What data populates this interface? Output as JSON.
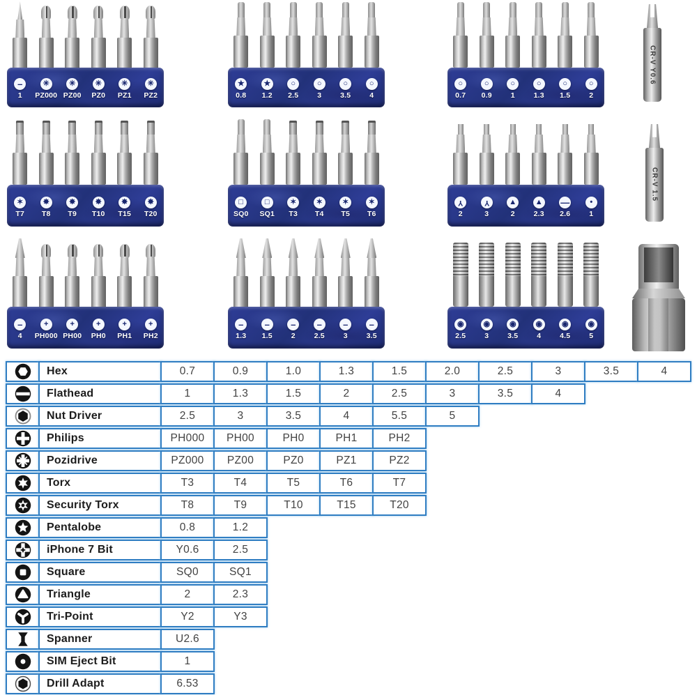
{
  "colors": {
    "holder_blue": "#2e3d96",
    "badge_navy": "#18266e",
    "table_border": "#2f7dc2"
  },
  "bit_sets": [
    {
      "pos": "r1c1",
      "slots": [
        {
          "symbol": "flathead",
          "label": "1",
          "tip": "point"
        },
        {
          "symbol": "pozidrive",
          "label": "PZ000",
          "tip": "cross"
        },
        {
          "symbol": "pozidrive",
          "label": "PZ00",
          "tip": "cross"
        },
        {
          "symbol": "pozidrive",
          "label": "PZ0",
          "tip": "cross"
        },
        {
          "symbol": "pozidrive",
          "label": "PZ1",
          "tip": "cross"
        },
        {
          "symbol": "pozidrive",
          "label": "PZ2",
          "tip": "cross"
        }
      ]
    },
    {
      "pos": "r1c2",
      "slots": [
        {
          "symbol": "pentalobe",
          "label": "0.8",
          "tip": "plain"
        },
        {
          "symbol": "pentalobe",
          "label": "1.2",
          "tip": "plain"
        },
        {
          "symbol": "hex",
          "label": "2.5",
          "tip": "plain"
        },
        {
          "symbol": "hex",
          "label": "3",
          "tip": "plain"
        },
        {
          "symbol": "hex",
          "label": "3.5",
          "tip": "plain"
        },
        {
          "symbol": "hex",
          "label": "4",
          "tip": "plain"
        }
      ]
    },
    {
      "pos": "r1c3",
      "slots": [
        {
          "symbol": "hex",
          "label": "0.7",
          "tip": "plain"
        },
        {
          "symbol": "hex",
          "label": "0.9",
          "tip": "plain"
        },
        {
          "symbol": "hex",
          "label": "1",
          "tip": "plain"
        },
        {
          "symbol": "hex",
          "label": "1.3",
          "tip": "plain"
        },
        {
          "symbol": "hex",
          "label": "1.5",
          "tip": "plain"
        },
        {
          "symbol": "hex",
          "label": "2",
          "tip": "plain"
        }
      ]
    },
    {
      "pos": "r2c1",
      "slots": [
        {
          "symbol": "torx",
          "label": "T7",
          "tip": "torx"
        },
        {
          "symbol": "securitytorx",
          "label": "T8",
          "tip": "torx"
        },
        {
          "symbol": "securitytorx",
          "label": "T9",
          "tip": "torx"
        },
        {
          "symbol": "securitytorx",
          "label": "T10",
          "tip": "torx"
        },
        {
          "symbol": "securitytorx",
          "label": "T15",
          "tip": "torx"
        },
        {
          "symbol": "securitytorx",
          "label": "T20",
          "tip": "torx"
        }
      ]
    },
    {
      "pos": "r2c2",
      "slots": [
        {
          "symbol": "square",
          "label": "SQ0",
          "tip": "plain"
        },
        {
          "symbol": "square",
          "label": "SQ1",
          "tip": "plain"
        },
        {
          "symbol": "torx",
          "label": "T3",
          "tip": "torx"
        },
        {
          "symbol": "torx",
          "label": "T4",
          "tip": "torx"
        },
        {
          "symbol": "torx",
          "label": "T5",
          "tip": "torx"
        },
        {
          "symbol": "torx",
          "label": "T6",
          "tip": "torx"
        }
      ]
    },
    {
      "pos": "r2c3",
      "slots": [
        {
          "symbol": "tripoint",
          "label": "2",
          "tip": "small"
        },
        {
          "symbol": "tripoint",
          "label": "3",
          "tip": "small"
        },
        {
          "symbol": "triangle",
          "label": "2",
          "tip": "small"
        },
        {
          "symbol": "triangle",
          "label": "2.3",
          "tip": "small"
        },
        {
          "symbol": "spanner",
          "label": "2.6",
          "tip": "small"
        },
        {
          "symbol": "sim",
          "label": "1",
          "tip": "small"
        }
      ]
    },
    {
      "pos": "r3c1",
      "slots": [
        {
          "symbol": "flathead",
          "label": "4",
          "tip": "blade"
        },
        {
          "symbol": "philips",
          "label": "PH000",
          "tip": "cross"
        },
        {
          "symbol": "philips",
          "label": "PH00",
          "tip": "cross"
        },
        {
          "symbol": "philips",
          "label": "PH0",
          "tip": "cross"
        },
        {
          "symbol": "philips",
          "label": "PH1",
          "tip": "cross"
        },
        {
          "symbol": "philips",
          "label": "PH2",
          "tip": "cross"
        }
      ]
    },
    {
      "pos": "r3c2",
      "slots": [
        {
          "symbol": "flathead",
          "label": "1.3",
          "tip": "blade"
        },
        {
          "symbol": "flathead",
          "label": "1.5",
          "tip": "blade"
        },
        {
          "symbol": "flathead",
          "label": "2",
          "tip": "blade"
        },
        {
          "symbol": "flathead",
          "label": "2.5",
          "tip": "blade"
        },
        {
          "symbol": "flathead",
          "label": "3",
          "tip": "blade"
        },
        {
          "symbol": "flathead",
          "label": "3.5",
          "tip": "blade"
        }
      ]
    },
    {
      "pos": "r3c3",
      "slots": [
        {
          "symbol": "socket",
          "label": "2.5",
          "tip": "socket"
        },
        {
          "symbol": "socket",
          "label": "3",
          "tip": "socket"
        },
        {
          "symbol": "socket",
          "label": "3.5",
          "tip": "socket"
        },
        {
          "symbol": "socket",
          "label": "4",
          "tip": "socket"
        },
        {
          "symbol": "socket",
          "label": "4.5",
          "tip": "socket"
        },
        {
          "symbol": "socket",
          "label": "5",
          "tip": "socket"
        }
      ]
    }
  ],
  "loose_bits": [
    {
      "label": "CR-V Y0.6"
    },
    {
      "label": "CR-V 1.5"
    }
  ],
  "table": {
    "rows": [
      {
        "icon": "hex",
        "name": "Hex",
        "values": [
          "0.7",
          "0.9",
          "1.0",
          "1.3",
          "1.5",
          "2.0",
          "2.5",
          "3",
          "3.5",
          "4"
        ]
      },
      {
        "icon": "flathead",
        "name": "Flathead",
        "values": [
          "1",
          "1.3",
          "1.5",
          "2",
          "2.5",
          "3",
          "3.5",
          "4"
        ]
      },
      {
        "icon": "nutdriver",
        "name": "Nut Driver",
        "values": [
          "2.5",
          "3",
          "3.5",
          "4",
          "5.5",
          "5"
        ]
      },
      {
        "icon": "philips",
        "name": "Philips",
        "values": [
          "PH000",
          "PH00",
          "PH0",
          "PH1",
          "PH2"
        ]
      },
      {
        "icon": "pozidrive",
        "name": "Pozidrive",
        "values": [
          "PZ000",
          "PZ00",
          "PZ0",
          "PZ1",
          "PZ2"
        ]
      },
      {
        "icon": "torx",
        "name": "Torx",
        "values": [
          "T3",
          "T4",
          "T5",
          "T6",
          "T7"
        ]
      },
      {
        "icon": "securitytorx",
        "name": "Security Torx",
        "values": [
          "T8",
          "T9",
          "T10",
          "T15",
          "T20"
        ]
      },
      {
        "icon": "pentalobe",
        "name": "Pentalobe",
        "values": [
          "0.8",
          "1.2"
        ]
      },
      {
        "icon": "iphone7",
        "name": "iPhone 7 Bit",
        "values": [
          "Y0.6",
          "2.5"
        ]
      },
      {
        "icon": "square",
        "name": "Square",
        "values": [
          "SQ0",
          "SQ1"
        ]
      },
      {
        "icon": "triangle",
        "name": "Triangle",
        "values": [
          "2",
          "2.3"
        ]
      },
      {
        "icon": "tripoint",
        "name": "Tri-Point",
        "values": [
          "Y2",
          "Y3"
        ]
      },
      {
        "icon": "spanner",
        "name": "Spanner",
        "values": [
          "U2.6"
        ]
      },
      {
        "icon": "sim",
        "name": "SIM Eject Bit",
        "values": [
          "1"
        ]
      },
      {
        "icon": "drill",
        "name": "Drill Adapt",
        "values": [
          "6.53"
        ]
      }
    ]
  }
}
